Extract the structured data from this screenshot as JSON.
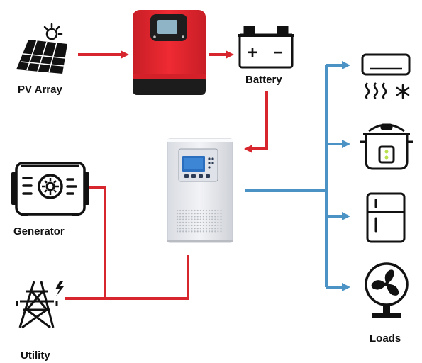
{
  "labels": {
    "pv_array": "PV Array",
    "battery": "Battery",
    "generator": "Generator",
    "utility": "Utility",
    "loads": "Loads"
  },
  "battery_terminals": {
    "positive": "+",
    "negative": "−"
  },
  "colors": {
    "dc_line": "#d7262d",
    "ac_line": "#4a93c4",
    "solar_inverter_body": "#e8262f",
    "solar_inverter_base": "#1c1c1c",
    "hybrid_inverter_body": "#e7e9ee",
    "screen": "#2a6fbf",
    "icon_stroke": "#111111"
  },
  "icons": {
    "pv_array": "solar-panel-icon",
    "battery": "battery-icon",
    "generator": "generator-icon",
    "utility": "transmission-tower-icon",
    "loads": [
      "air-conditioner-icon",
      "rice-cooker-icon",
      "refrigerator-icon",
      "fan-icon"
    ]
  }
}
